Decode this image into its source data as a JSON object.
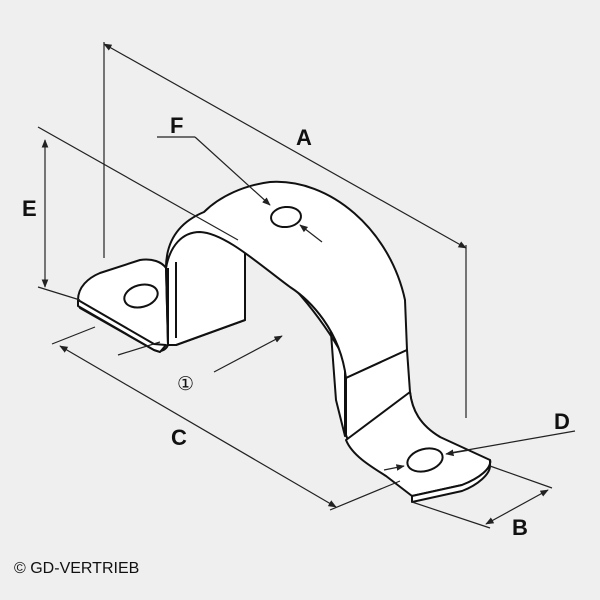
{
  "labels": {
    "A": "A",
    "B": "B",
    "C": "C",
    "D": "D",
    "E": "E",
    "F": "F",
    "circled": "①"
  },
  "copyright": "© GD-VERTRIEB",
  "colors": {
    "background": "#efefef",
    "part_fill": "#ffffff",
    "line": "#111111",
    "dimension": "#222222"
  }
}
